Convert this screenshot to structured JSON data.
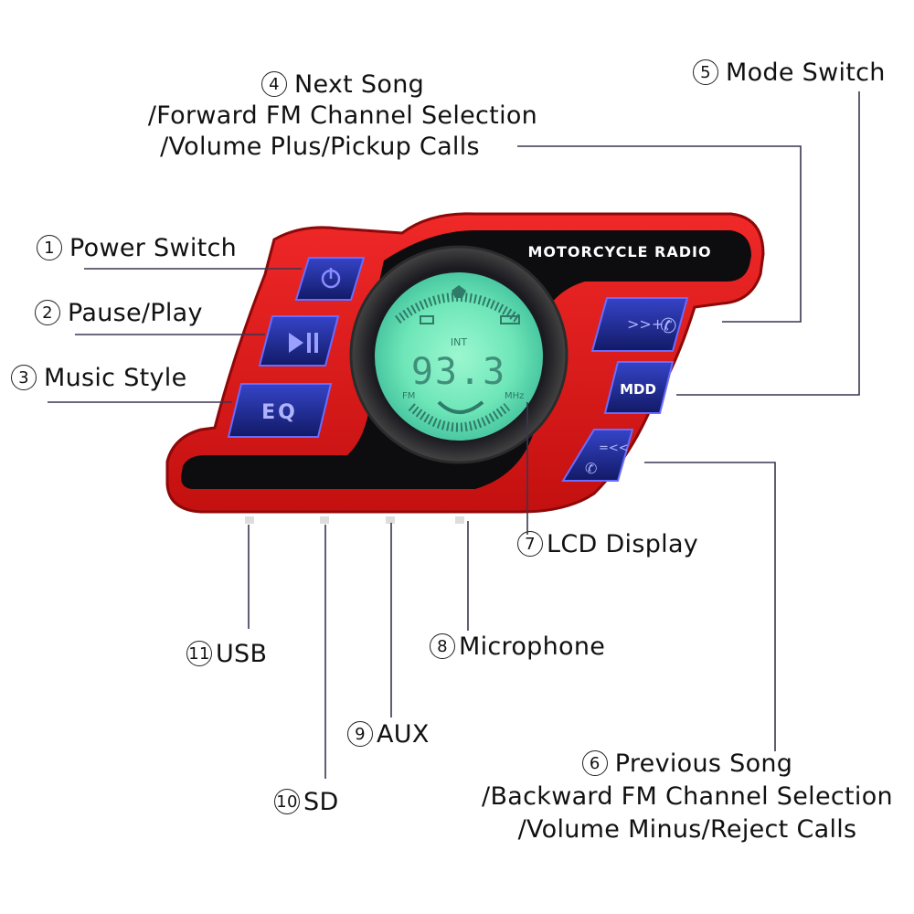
{
  "device": {
    "brand_text": "MOTORCYCLE RADIO",
    "lcd": {
      "frequency": "93.3",
      "int": "INT",
      "fm": "FM",
      "mhz": "MHz"
    },
    "buttons": {
      "eq": "EQ",
      "mode": "MDD"
    }
  },
  "callouts": {
    "power": {
      "num": "1",
      "text": "Power Switch"
    },
    "pause": {
      "num": "2",
      "text": "Pause/Play"
    },
    "music": {
      "num": "3",
      "text": "Music Style"
    },
    "next": {
      "num": "4",
      "line1": "Next Song",
      "line2": "/Forward FM Channel Selection",
      "line3": "/Volume Plus/Pickup Calls"
    },
    "mode": {
      "num": "5",
      "text": "Mode Switch"
    },
    "previous": {
      "num": "6",
      "line1": "Previous Song",
      "line2": "/Backward FM Channel Selection",
      "line3": "/Volume Minus/Reject Calls"
    },
    "lcd": {
      "num": "7",
      "text": "LCD Display"
    },
    "mic": {
      "num": "8",
      "text": "Microphone"
    },
    "aux": {
      "num": "9",
      "text": "AUX"
    },
    "sd": {
      "num": "10",
      "text": "SD"
    },
    "usb": {
      "num": "11",
      "text": "USB"
    }
  },
  "colors": {
    "body_red": "#e21a1a",
    "body_dark_red": "#a50c0c",
    "panel_black": "#0c0c10",
    "button_blue": "#2233a0",
    "button_glow": "#7a7bff",
    "lcd_green": "#5ff0b0",
    "callout_line": "#3a3550"
  }
}
